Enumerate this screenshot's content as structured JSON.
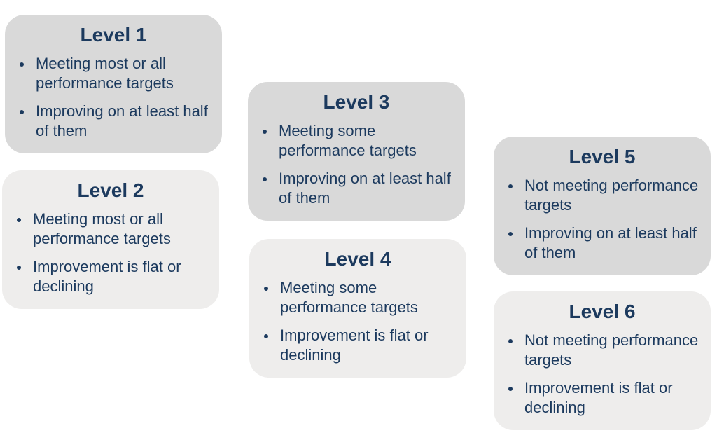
{
  "cards": [
    {
      "title": "Level 1",
      "bullets": [
        "Meeting most or all performance targets",
        "Improving on at least half of them"
      ],
      "shade": "dark"
    },
    {
      "title": "Level 2",
      "bullets": [
        "Meeting most or all performance targets",
        "Improvement is flat or declining"
      ],
      "shade": "light"
    },
    {
      "title": "Level 3",
      "bullets": [
        "Meeting some performance targets",
        "Improving on at least half of them"
      ],
      "shade": "dark"
    },
    {
      "title": "Level 4",
      "bullets": [
        "Meeting some performance targets",
        "Improvement is flat or declining"
      ],
      "shade": "light"
    },
    {
      "title": "Level 5",
      "bullets": [
        "Not meeting performance targets",
        "Improving on at least half of them"
      ],
      "shade": "dark"
    },
    {
      "title": "Level 6",
      "bullets": [
        "Not meeting performance targets",
        "Improvement is flat or declining"
      ],
      "shade": "light"
    }
  ],
  "colors": {
    "text": "#1c3a5e",
    "card_dark": "#d9d9d9",
    "card_light": "#eeedec",
    "background": "#ffffff"
  }
}
